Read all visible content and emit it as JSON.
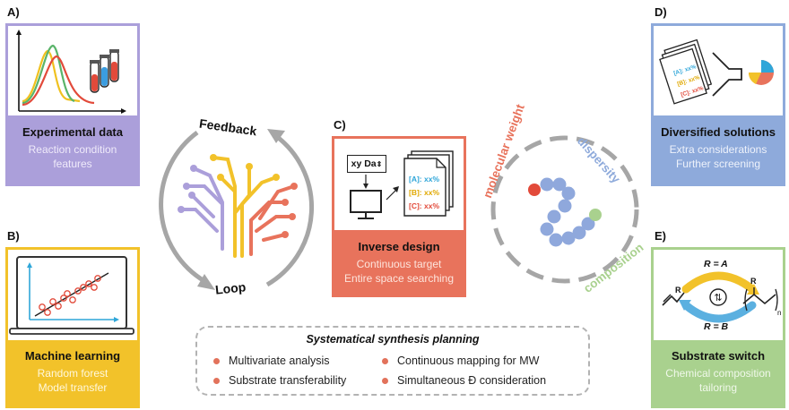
{
  "panel_a": {
    "letter": "A)",
    "title": "Experimental data",
    "sub1": "Reaction condition",
    "sub2": "features"
  },
  "panel_b": {
    "letter": "B)",
    "title": "Machine learning",
    "sub1": "Random forest",
    "sub2": "Model transfer"
  },
  "panel_c": {
    "letter": "C)",
    "title": "Inverse design",
    "sub1": "Continuous target",
    "sub2": "Entire space searching",
    "input_label": "xy Da",
    "doc_lines": [
      "[A]: xx%",
      "[B]: xx%",
      "[C]: xx%"
    ]
  },
  "panel_d": {
    "letter": "D)",
    "title": "Diversified solutions",
    "sub1": "Extra considerations",
    "sub2": "Further screening",
    "doc_lines": [
      "[A]: xx%",
      "[B]: xx%",
      "[C]: xx%"
    ]
  },
  "panel_e": {
    "letter": "E)",
    "title": "Substrate switch",
    "sub1": "Chemical composition",
    "sub2": "tailoring",
    "r_top": "R = A",
    "r_bottom": "R = B",
    "r_label": "R",
    "n_label": "n"
  },
  "loop": {
    "feedback": "Feedback",
    "loop": "Loop"
  },
  "ring_labels": {
    "molecular_weight": "molecular weight",
    "dispersity": "dispersity",
    "composition": "composition"
  },
  "planning": {
    "title": "Systematical synthesis planning",
    "items": [
      "Multivariate analysis",
      "Substrate transferability",
      "Continuous mapping for MW",
      "Simultaneous Đ consideration"
    ]
  },
  "colors": {
    "purple": "#ab9fda",
    "purple_text": "#ede9f8",
    "yellow": "#f2c22a",
    "yellow_text": "#fff7d6",
    "orange": "#e8735c",
    "blue": "#8eaadb",
    "green": "#a9d18e",
    "beads": "#8fa8dc"
  }
}
